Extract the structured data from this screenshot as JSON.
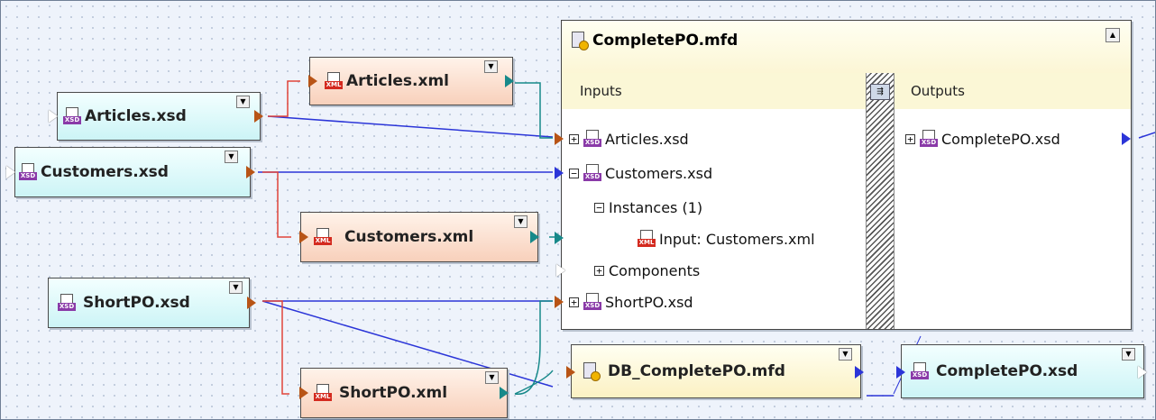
{
  "nodes": {
    "articles_xsd": "Articles.xsd",
    "customers_xsd": "Customers.xsd",
    "shortpo_xsd": "ShortPO.xsd",
    "articles_xml": "Articles.xml",
    "customers_xml": "Customers.xml",
    "shortpo_xml": "ShortPO.xml",
    "db_completepo_mfd": "DB_CompletePO.mfd",
    "completepo_xsd": "CompletePO.xsd"
  },
  "icons": {
    "xsd_tag": "XSD",
    "xml_tag": "XML"
  },
  "mapping_component": {
    "title": "CompletePO.mfd",
    "inputs_header": "Inputs",
    "outputs_header": "Outputs",
    "inputs": {
      "articles": "Articles.xsd",
      "customers": "Customers.xsd",
      "instances": "Instances (1)",
      "instance_input": "Input: Customers.xml",
      "components": "Components",
      "shortpo": "ShortPO.xsd"
    },
    "outputs": {
      "completepo": "CompletePO.xsd"
    }
  },
  "colors": {
    "canvas": "#eef3fb",
    "xsd_fill": "#ccf4f6",
    "xml_fill": "#f8d0bb",
    "mfd_fill": "#fbf1c3",
    "wire_blue": "#2b35d8",
    "wire_red": "#e0443a",
    "wire_teal": "#17898a",
    "port_orange": "#b85416"
  }
}
